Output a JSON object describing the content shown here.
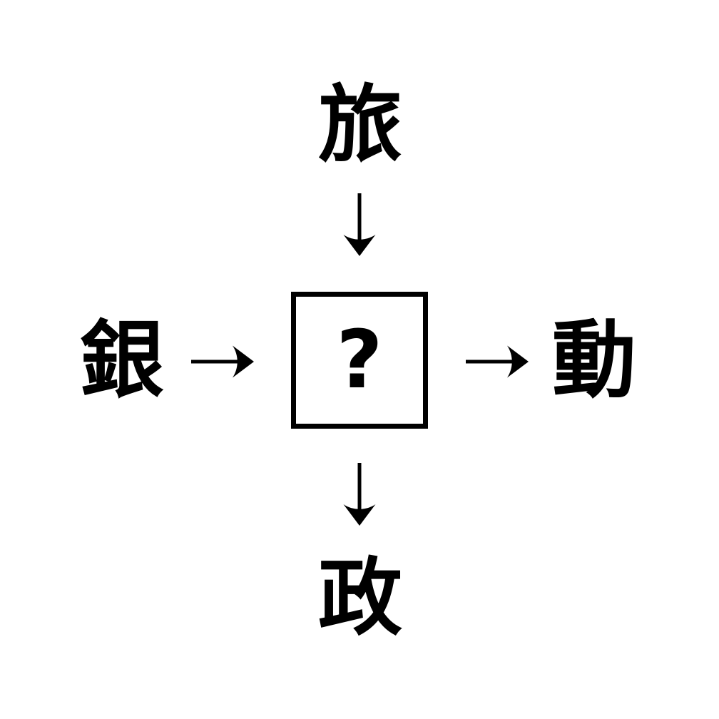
{
  "page": {
    "background_color": "#ffffff",
    "foreground_color": "#000000"
  },
  "puzzle": {
    "kind": "kanji-cross-puzzle",
    "nodes": {
      "top": "旅",
      "left": "銀",
      "right": "動",
      "bottom": "政"
    },
    "center": {
      "value": "?"
    },
    "box": {
      "border_color": "#000000"
    },
    "arrows": [
      {
        "icon": "arrow-down-icon",
        "glyph": "↓",
        "from": "top",
        "to": "center"
      },
      {
        "icon": "arrow-right-icon",
        "glyph": "→",
        "from": "left",
        "to": "center"
      },
      {
        "icon": "arrow-right-icon",
        "glyph": "→",
        "from": "center",
        "to": "right"
      },
      {
        "icon": "arrow-down-icon",
        "glyph": "↓",
        "from": "center",
        "to": "bottom"
      }
    ]
  }
}
